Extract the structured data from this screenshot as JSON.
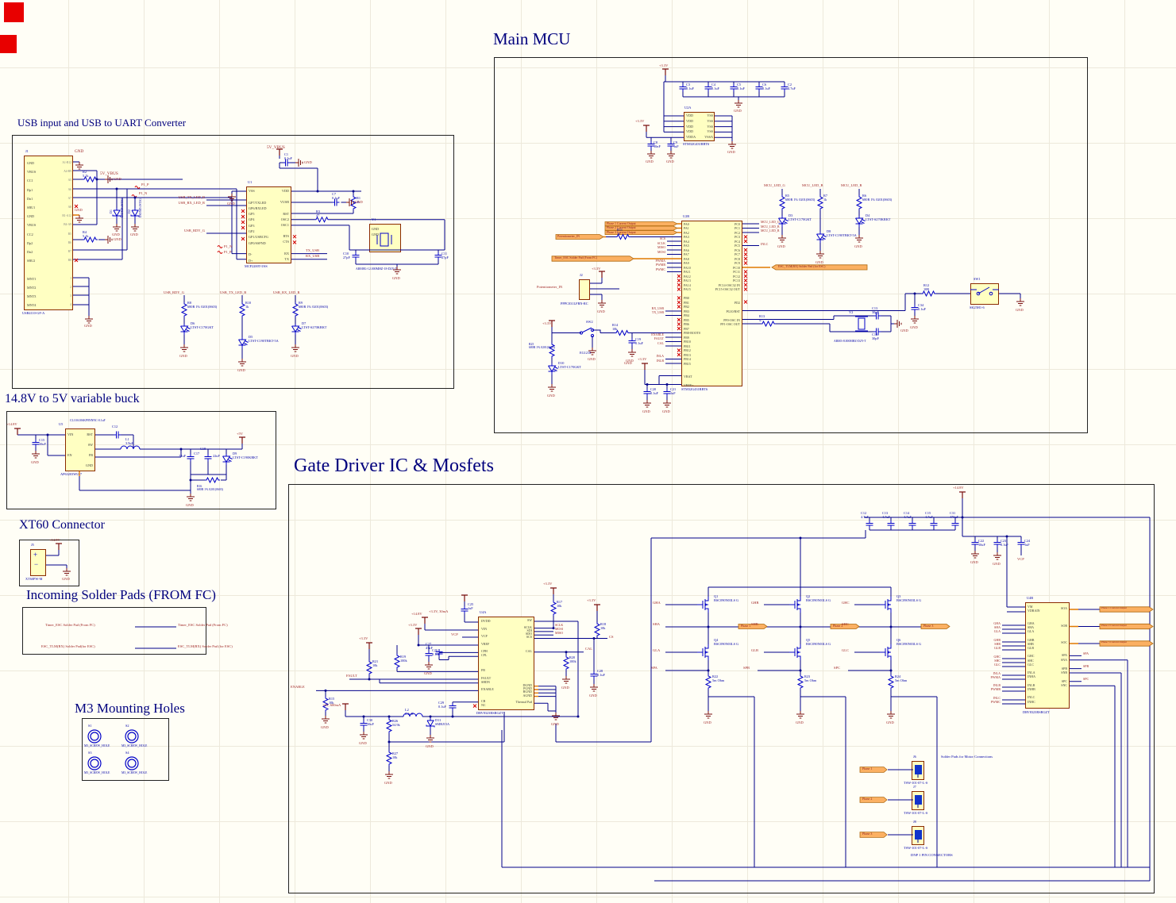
{
  "titles": {
    "usb": "USB input and USB to UART Converter",
    "mcu": "Main MCU",
    "buck": "14.8V to 5V variable buck",
    "xt60": "XT60 Connector",
    "pads": "Incoming Solder Pads (FROM FC)",
    "holes": "M3 Mounting Holes",
    "gate": "Gate Driver IC & Mosfets"
  },
  "common": {
    "gnd": "GND",
    "v33": "+3.3V",
    "v148": "+14.8V",
    "v5": "+5V",
    "v5vbus": "5V_VBUS",
    "vcp": "VCP"
  },
  "usb": {
    "j1_ref": "J1",
    "j1_part": "USB4110-GF-A",
    "j1_pins": "GND\nVBUS\nCC1\nDp1\nDn1\nSBU1\nGND\nVBUS\nCC2\nDp2\nDn2\nSBU2\n\nMNT1\nMNT2\nMNT3\nMNT4",
    "j1_nums": "A1-B12\nA4-B9\nA5\nA6\nA7\nA8\nB1-A12\nB4-A9\nB5\nB6\nB7\nB8\n\n1\n2\n3\n4",
    "r2": "R2\n5.1k",
    "r4": "R4\n5.1k",
    "r1": "R1\n1k",
    "r3": "R3\n47",
    "d1": "D1",
    "d2": "D2",
    "esd": "ESD5B5.0ST1G",
    "p1p": "P1_P",
    "p1n": "P1_N",
    "u1_ref": "U1",
    "u1_part": "MCP2200T-I/SS",
    "u1_left": "VSS\n\nGP7/TXLED\nGP6/RXLED\nGP5\nGP4\nGP3\nGP2\nGP1/USBCFG\nGP0/SSPND\n\nD-\nD+",
    "u1_right": "VDD\n\nVUSB\n\nRST\nOSC2\nOSC1\n\nRTS\nCTS\n\nRX\nTX",
    "c1": "C1\n0.1uF",
    "c7": "C7\n0.1uF",
    "c10": "C10\n27pF",
    "c11": "C11\n27pF",
    "y1_ref": "Y1",
    "y1_part": "ABM8G-12.000MHZ-18-D2Y-T",
    "y1_pins": "GND\nGND",
    "tx_led": "USB_TX_LED_B",
    "rx_led": "USB_RX_LED_R",
    "rdy": "USB_RDY_G",
    "tx_usb": "TX_USB",
    "rx_usb": "RX_USB",
    "r8": "R8\n680R 1% 0201(0603)",
    "r10": "R10\n1k",
    "r9": "R9\n680R 1% 0201(0603)",
    "d6": "D6\nLTST-C170GKT",
    "d5": "D5\nLTST-C190TBKT-5A",
    "d7": "D7\nLTST-S270KRKT"
  },
  "mcu": {
    "c3": "C3\n0.1uF",
    "c4": "C4\n0.1uF",
    "c5": "C5\n0.1uF",
    "c6": "C6\n0.1uF",
    "c2": "C2\n4.7uF",
    "c8": "C8\n10nF",
    "c9": "C9\n1uF",
    "u2a_ref": "U2A",
    "part": "STM32G431RBT6",
    "u2a_left": "VDD\nVDD\nVDD\nVDD\nVDDA",
    "u2a_right": "VSS\nVSS\nVSS\nVSS\nVSSA",
    "led_g": "MCU_LED_G",
    "led_b": "MCU_LED_B",
    "led_r": "MCU_LED_R",
    "r5": "R5\n680R 1% 0201(0603)",
    "r7": "R7\n1k",
    "r6": "R6\n680R 1% 0201(0603)",
    "d3": "D3\nLTST-C170GKT",
    "d8": "D8\nLTST-C190TBKT-5A",
    "d4": "D4\nLTST-S270KRKT",
    "u2b_ref": "U2B",
    "u2b_left": "PA0\nPA1\nPA2\nPA3\nPA4\nPA5\nPA6\nPA7\nPA8\nPA9\nPA10\nPA11\nPA12\nPA13\nPA14\nPA15\n\nPB0\nPB1\nPB2\nPB3\nPB4\nPB5\nPB6\nPB7\nPB8-BOOT0\nPB9\nPB10\nPB11\nPB12\nPB13\nPB14\nPB15\n\n\nVBAT\n\nVREF+",
    "u2b_right": "PC0\nPC1\nPC2\nPC3\nPC4\nPC5\nPC6\nPC7\nPC8\nPC9\nPC10\nPC11\nPC12\nPC13\nPC14-OSC32 IN\nPC15-OSC32 OUT\n\n\nPD2\n\nPG10/RST\n\nPF0-OSC IN\nPF1-OSC OUT",
    "ph1": "Phase 1 Current Output",
    "ph2": "Phase 2 Current Output",
    "ph3": "Phase 3 Current Output",
    "pot": "Potentiometer_IN",
    "r11": "R11\n1k",
    "scs": "SCS",
    "sclk": "SCLK",
    "miso": "MISO",
    "mosi": "MOSI",
    "timer": "Timer_ESC Solder Pad (From FC)",
    "pwma": "PWMA",
    "pwmb": "PWMB",
    "pwmc": "PWMC",
    "rx_usb": "RX_USB",
    "tx_usb": "TX_USB",
    "enable": "ENABLE",
    "fault": "FAULT",
    "cal": "CAL",
    "inla": "INLA",
    "inlb": "INLB",
    "inlc": "INLC",
    "esc_tlm": "ESC_TLM(RX) Solder Pad (for ESC)",
    "j2_ref": "J2",
    "j2_part": "PPPC031LFBN-RC",
    "r14": "R14\n10k",
    "sw2_ref": "SW2",
    "sw2_part": "EG1218",
    "c19": "C19\n0.1uF",
    "r25": "R25\n680R 1% 0201(0603)",
    "d10": "D10\nLTST-C170GKT",
    "c20": "C20\n0.1uF",
    "c21": "C21\n1uF",
    "r12": "R12\n10R",
    "sw1_ref": "SW1",
    "sw1_part": "SK25H1-6",
    "c35": "C34\n0.1uF",
    "r13": "R13\n47",
    "y2_ref": "Y2",
    "y2_part": "ABM3-8.000MHZ-D2Y-T",
    "c13": "C13\n30pF",
    "c16": "C16\n30pF"
  },
  "buck": {
    "u5_ref": "U5",
    "u5_part": "AP63203WU-7",
    "note": "CL10A106KP8NNNC-0.1uF",
    "u5_left": "VIN\n\n\n\nEN",
    "u5_right": "BST\n\nSW\n\nFB\n\nGND",
    "c15": "C15\n10uF",
    "c12": "C12",
    "l1": "L1\n3.9uH",
    "c17": "C17",
    "c18": "C18",
    "v22a": "22uF",
    "v22b": "22uF",
    "d9": "D9\nLTST-C190KRKT",
    "r16": "R16\n680R 1% 0201(0603)"
  },
  "xt60": {
    "j5_ref": "J5",
    "j5_part": "XT60PW-M"
  },
  "pads": {
    "row1": "Timer_ESC Solder Pad (From FC)",
    "row1r": "Timer_ESC Solder Pad (From FC)",
    "row2": "ESC_TLM(RX) Solder Pad(for ESC)",
    "row2r": "ESC_TLM(RX) Solder Pad (for ESC)"
  },
  "holes": {
    "s1": "S1",
    "s2": "S2",
    "s3": "S3",
    "s4": "S4",
    "part": "M3_SCREW_HOLE"
  },
  "gate": {
    "c12": "C12\n4.7uF",
    "c13": "C13\n4.7uF",
    "c14": "C14\n4.7uF",
    "c15": "C15\n4.7uF",
    "c31": "C31\n470uF",
    "c22": "C22\n10uF",
    "c23": "C23\n0.1uF",
    "c24": "C24\n1uF",
    "u4a_ref": "U4A",
    "part": "DRV8323RSRGZT",
    "u4a_left": "DVDD\n\nVIN\n\nVCP\n\nVREF\n\nCPH\nCPL\n\n\n\nFB\n\nFAULT\nSHDN\n\nENABLE\n\n\nCB\nNC",
    "u4a_right": "SW\n\nSCLK\nSDI\nSDO\nSCS\n\n\n\nCAL\n\n\n\n\n\n\n\n\n\nDGND\nPGND\nBGND\nAGND\n\nThermal Pad",
    "c25": "C25\n1uF",
    "v33_30": "+3.3V, 30mA",
    "c26": "C26\n0.1uF",
    "c27": "C27\n47nF",
    "r19": "R19\n100k",
    "r21": "R21\n10k",
    "r17": "R17\n10k",
    "r18": "R18\n10k",
    "r20": "R20\n100k",
    "c28": "C28\n0.1uF",
    "c29": "C29\n0.1uF",
    "fault": "FAULT",
    "enable": "ENABLE",
    "cal": "CAL",
    "cs": "CS",
    "sclk": "SCLK",
    "mosi": "MOSI",
    "miso": "MISO",
    "r15": "R15\n10k",
    "v5_600": "+5V, 600mA",
    "c30": "C30\n10uF",
    "r26": "R26\n54.9k",
    "r27": "R27\n10k",
    "l2": "L2\n2.2uH",
    "d11": "D11\nSMBJ15A",
    "q1": "Q1\nBSC090N03LS G",
    "q2": "Q2\nBSC090N03LS G",
    "q3": "Q3\nBSC090N03LS G",
    "q4": "Q4\nBSC090N03LS G",
    "q5": "Q5\nBSC090N03LS G",
    "q6": "Q6\nBSC090N03LS G",
    "r22": "R22\n5m Ohm",
    "r23": "R23\n5m Ohm",
    "r24": "R24\n5m Ohm",
    "gha": "GHA",
    "sha": "SHA",
    "gla": "GLA",
    "spa": "SPA",
    "ghb": "GHB",
    "shb": "SHB",
    "glb": "GLB",
    "spb": "SPB",
    "ghc": "GHC",
    "shc": "SHC",
    "glc": "GLC",
    "spc": "SPC",
    "phase1": "Phase 1",
    "phase2": "Phase 2",
    "phase3": "Phase 3",
    "u4b_ref": "U4B",
    "u4b_left": "VM\nVDRAIN\n\n\nGHA\nSHA\nGLA\n\nGHB\nSHB\nGLB\n\nGHC\nSHC\nGLC\n\nINLA\nINHA\n\nINLB\nINHB\n\nINLC\nINHC",
    "u4b_right": "SOA\n\n\n\nSOB\n\n\n\nSOC\n\n\nSPA\nSNA\n\nSPB\nSNB\n\nSPC\nSNC",
    "inla": "INLA",
    "pwma": "PWMA",
    "inlb": "INLB",
    "pwmb": "PWMB",
    "inlc": "INLC",
    "pwmc": "PWMC",
    "po1": "Phase 1 Current Output",
    "po2": "Phase 2 Current Output",
    "po3": "Phase 3 Current Output",
    "motor_note": "Solder Pads for Motor Connections",
    "dnp": "DNP 1 PIN CONNECTORS",
    "j6": "J6",
    "j7": "J7",
    "j8": "J8",
    "jpart": "TSW-101-07-L-S"
  }
}
